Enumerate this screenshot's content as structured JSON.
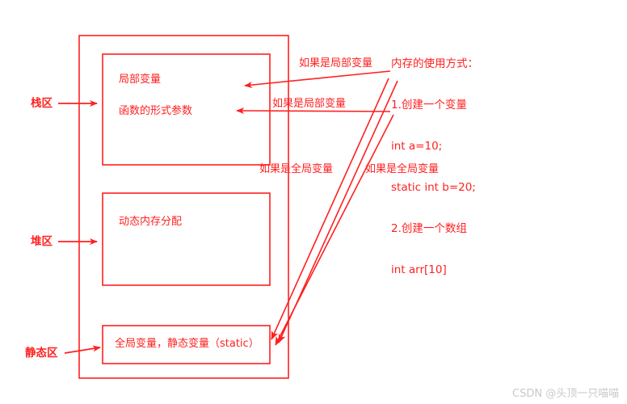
{
  "diagram": {
    "title": "C memory layout diagram",
    "stroke_color": "#ff2020",
    "text_color": "#ff2020",
    "background": "#ffffff"
  },
  "region_labels": [
    {
      "id": "stack",
      "label": "栈区"
    },
    {
      "id": "heap",
      "label": "堆区"
    },
    {
      "id": "static",
      "label": "静态区"
    }
  ],
  "boxes": {
    "stack": {
      "lines": [
        "局部变量",
        "函数的形式参数"
      ]
    },
    "heap": {
      "lines": [
        "动态内存分配"
      ]
    },
    "static": {
      "lines": [
        "全局变量，静态变量（static）"
      ]
    }
  },
  "annotations": [
    {
      "id": "local-1",
      "text": "如果是局部变量"
    },
    {
      "id": "local-2",
      "text": "如果是局部变量"
    },
    {
      "id": "global-1",
      "text": "如果是全局变量"
    },
    {
      "id": "global-2",
      "text": "如果是全局变量"
    }
  ],
  "note": {
    "lines": [
      "内存的使用方式：",
      "1.创建一个变量",
      "int a=10;",
      "static int b=20;",
      "2.创建一个数组",
      "int arr[10]"
    ]
  },
  "watermark": {
    "text": "CSDN @头顶一只喵喵"
  }
}
